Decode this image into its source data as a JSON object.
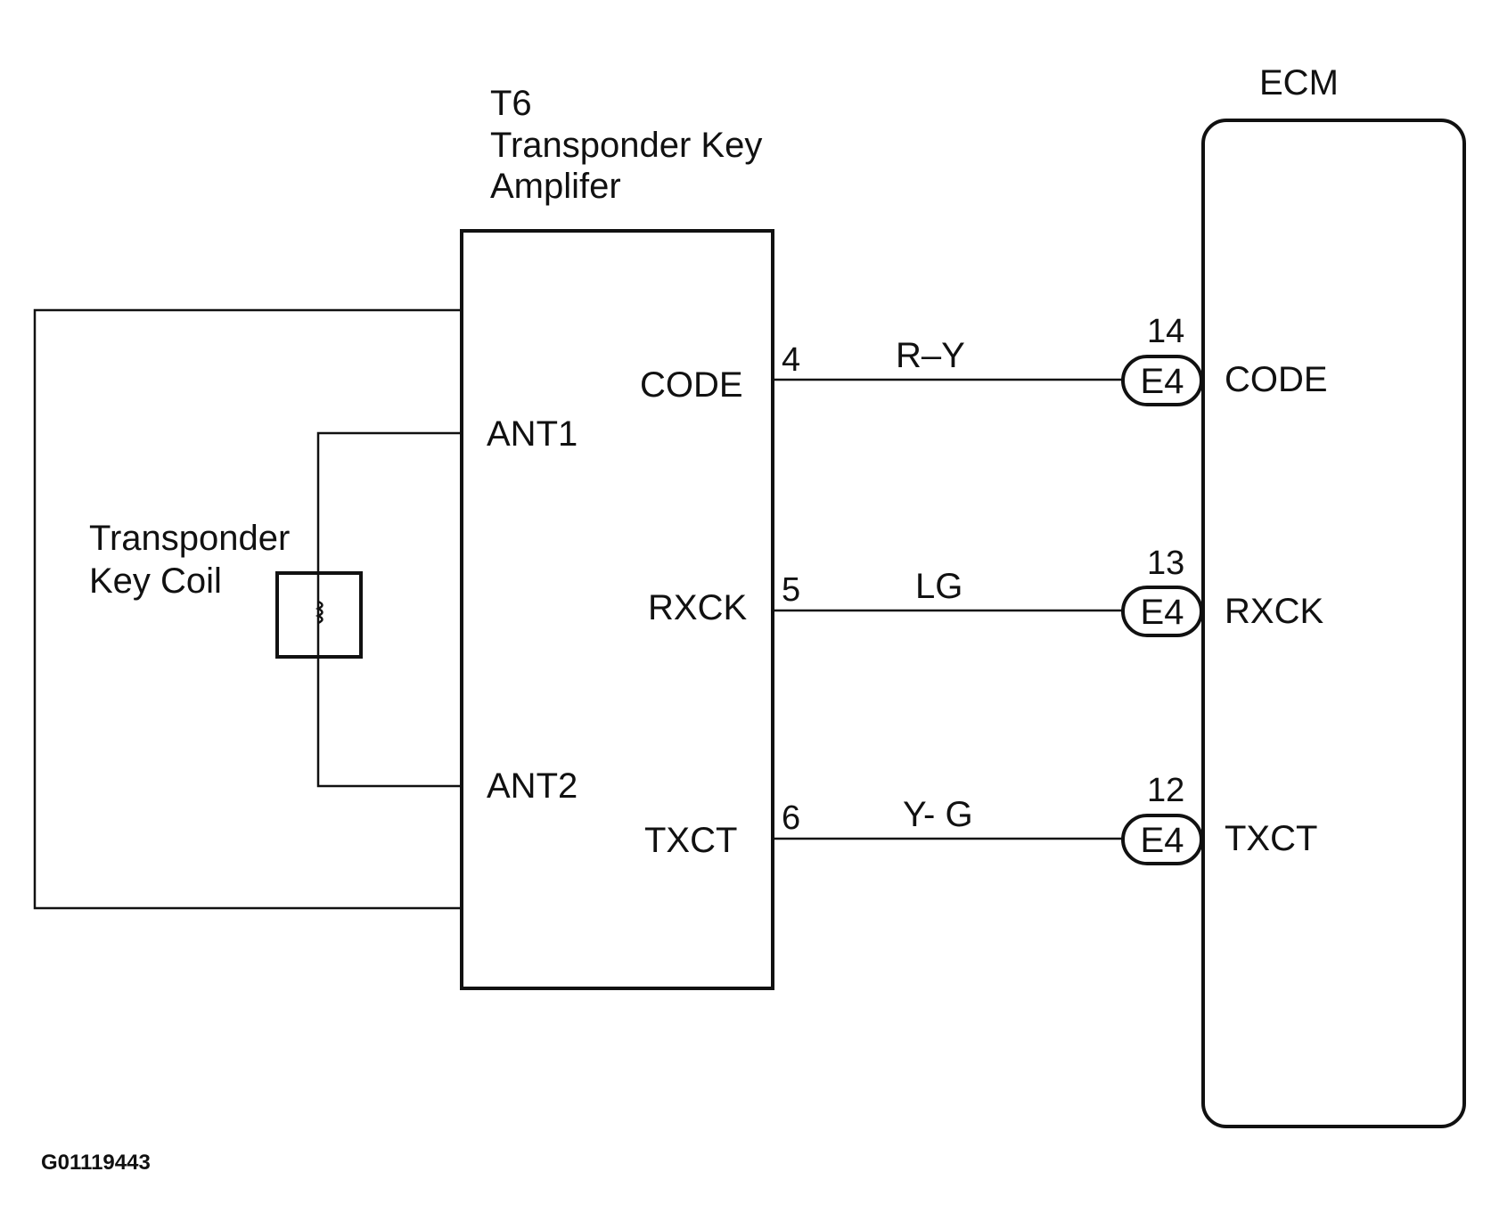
{
  "amplifier": {
    "ref": "T6",
    "name_line1": "Transponder Key",
    "name_line2": "Amplifer",
    "terminals": {
      "ant1": "ANT1",
      "ant2": "ANT2",
      "code": "CODE",
      "rxck": "RXCK",
      "txct": "TXCT"
    }
  },
  "coil": {
    "label_line1": "Transponder",
    "label_line2": "Key Coil"
  },
  "ecm": {
    "title": "ECM",
    "terminals": {
      "code": "CODE",
      "rxck": "RXCK",
      "txct": "TXCT"
    }
  },
  "circuits": [
    {
      "signal": "CODE",
      "amp_pin": "4",
      "wire_color": "R–Y",
      "connector": "E4",
      "ecm_pin": "14"
    },
    {
      "signal": "RXCK",
      "amp_pin": "5",
      "wire_color": "LG",
      "connector": "E4",
      "ecm_pin": "13"
    },
    {
      "signal": "TXCT",
      "amp_pin": "6",
      "wire_color": "Y- G",
      "connector": "E4",
      "ecm_pin": "12"
    }
  ],
  "figure_id": "G01119443"
}
